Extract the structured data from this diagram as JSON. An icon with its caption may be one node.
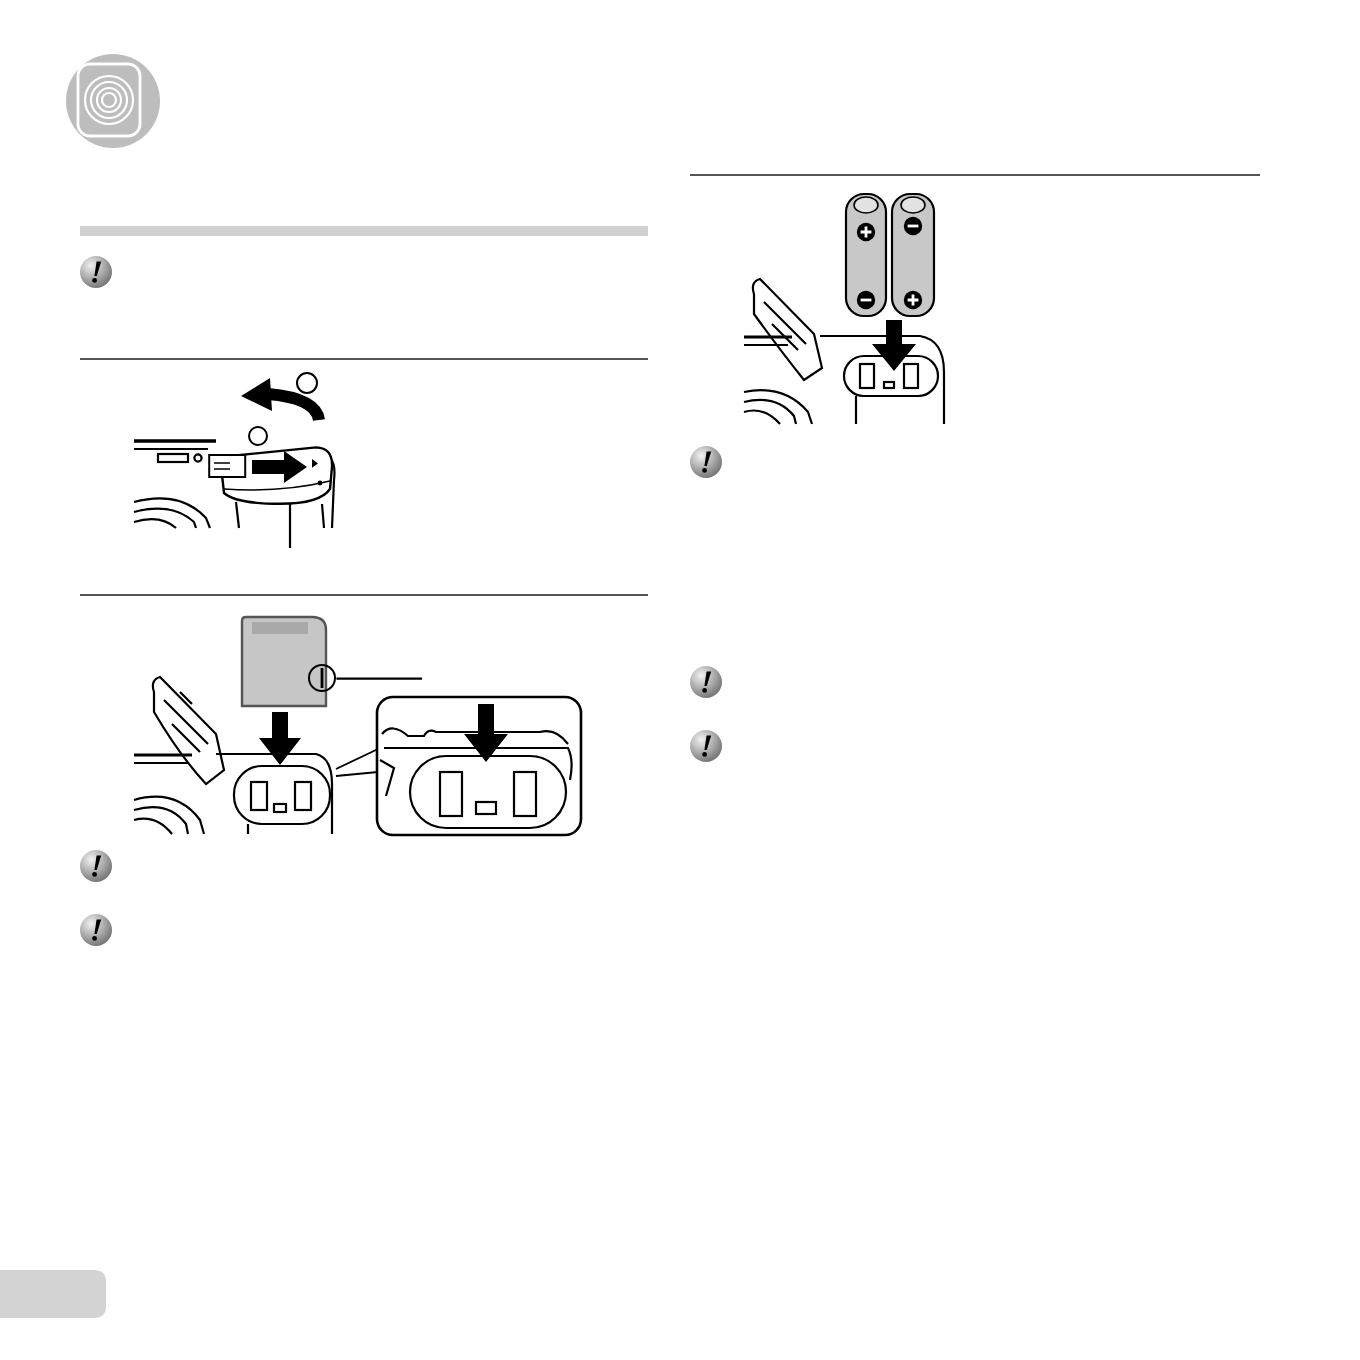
{
  "diagram": {
    "nodes": [
      {
        "text": [],
        "shape": "circle"
      },
      {
        "text": [],
        "shape": "circle"
      },
      {
        "text": [],
        "shape": "picture"
      },
      {
        "text": [],
        "shape": "circle"
      }
    ],
    "edges": [
      {
        "from": null,
        "to": 2,
        "arrow": "none"
      },
      {
        "from": null,
        "to": 3,
        "arrow": "none"
      }
    ]
  }
}
